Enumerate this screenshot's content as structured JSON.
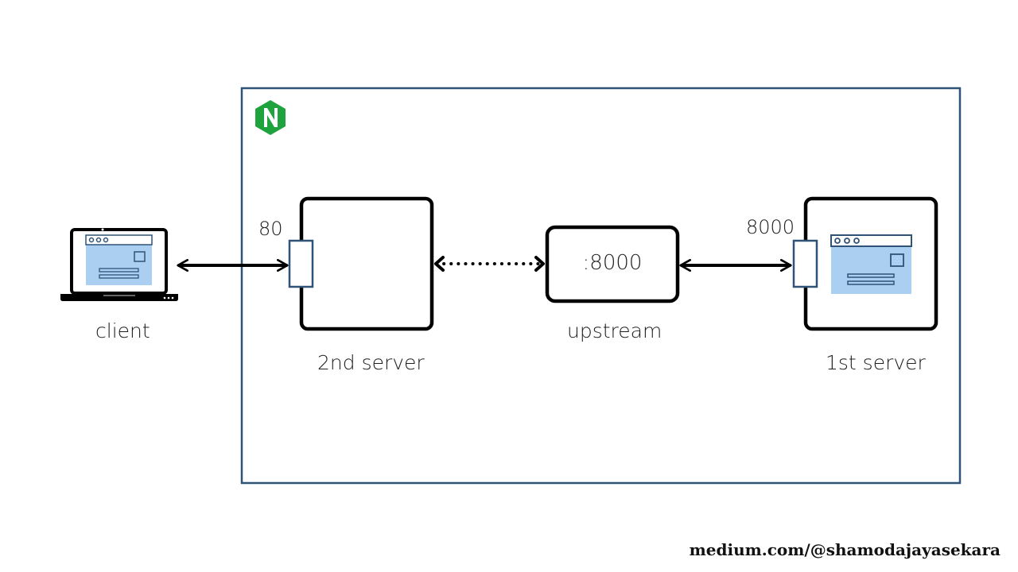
{
  "labels": {
    "client": "client",
    "second_server": "2nd server",
    "upstream": "upstream",
    "first_server": "1st server",
    "port_second_server": "80",
    "port_first_server": "8000",
    "upstream_port": ":8000"
  },
  "logo": {
    "name": "nginx-logo",
    "letter": "N",
    "color": "#1fa33e"
  },
  "credit": "medium.com/@shamodajayasekara",
  "colors": {
    "nginx_boundary": "#2f5277",
    "port_box": "#2f5277",
    "screen_fill": "#aacff0",
    "stroke": "#000000"
  },
  "connections": [
    {
      "from": "client",
      "to": "2nd server",
      "style": "solid",
      "direction": "bidirectional"
    },
    {
      "from": "2nd server",
      "to": "upstream",
      "style": "dotted",
      "direction": "bidirectional"
    },
    {
      "from": "upstream",
      "to": "1st server",
      "style": "solid",
      "direction": "bidirectional"
    }
  ]
}
